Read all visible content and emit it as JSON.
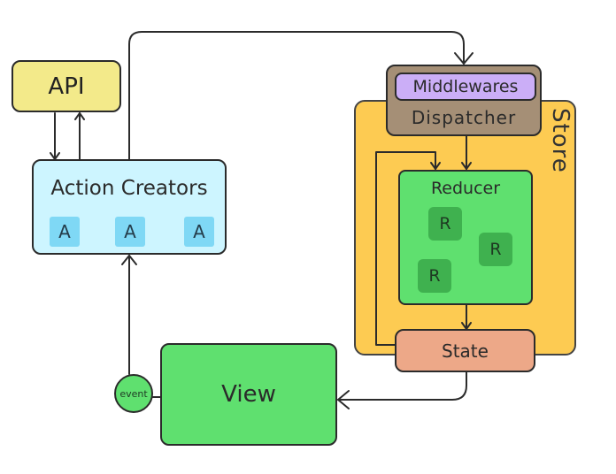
{
  "diagram": {
    "store": {
      "label": "Store"
    },
    "api": {
      "label": "API"
    },
    "action_creators": {
      "label": "Action Creators",
      "items": [
        "A",
        "A",
        "A"
      ]
    },
    "dispatcher": {
      "label": "Dispatcher"
    },
    "middlewares": {
      "label": "Middlewares"
    },
    "reducer": {
      "label": "Reducer",
      "items": [
        "R",
        "R",
        "R"
      ]
    },
    "state": {
      "label": "State"
    },
    "view": {
      "label": "View"
    },
    "event": {
      "label": "event"
    }
  },
  "colors": {
    "store": "#fdcb52",
    "api": "#f3ea8a",
    "action_creators": "#cdf5ff",
    "action_chip": "#7fd8f5",
    "dispatcher": "#a58f76",
    "middlewares": "#cbaef7",
    "reducer": "#5fe06f",
    "reducer_chip": "#3fb14f",
    "state": "#eda888",
    "view": "#5fe06f"
  }
}
